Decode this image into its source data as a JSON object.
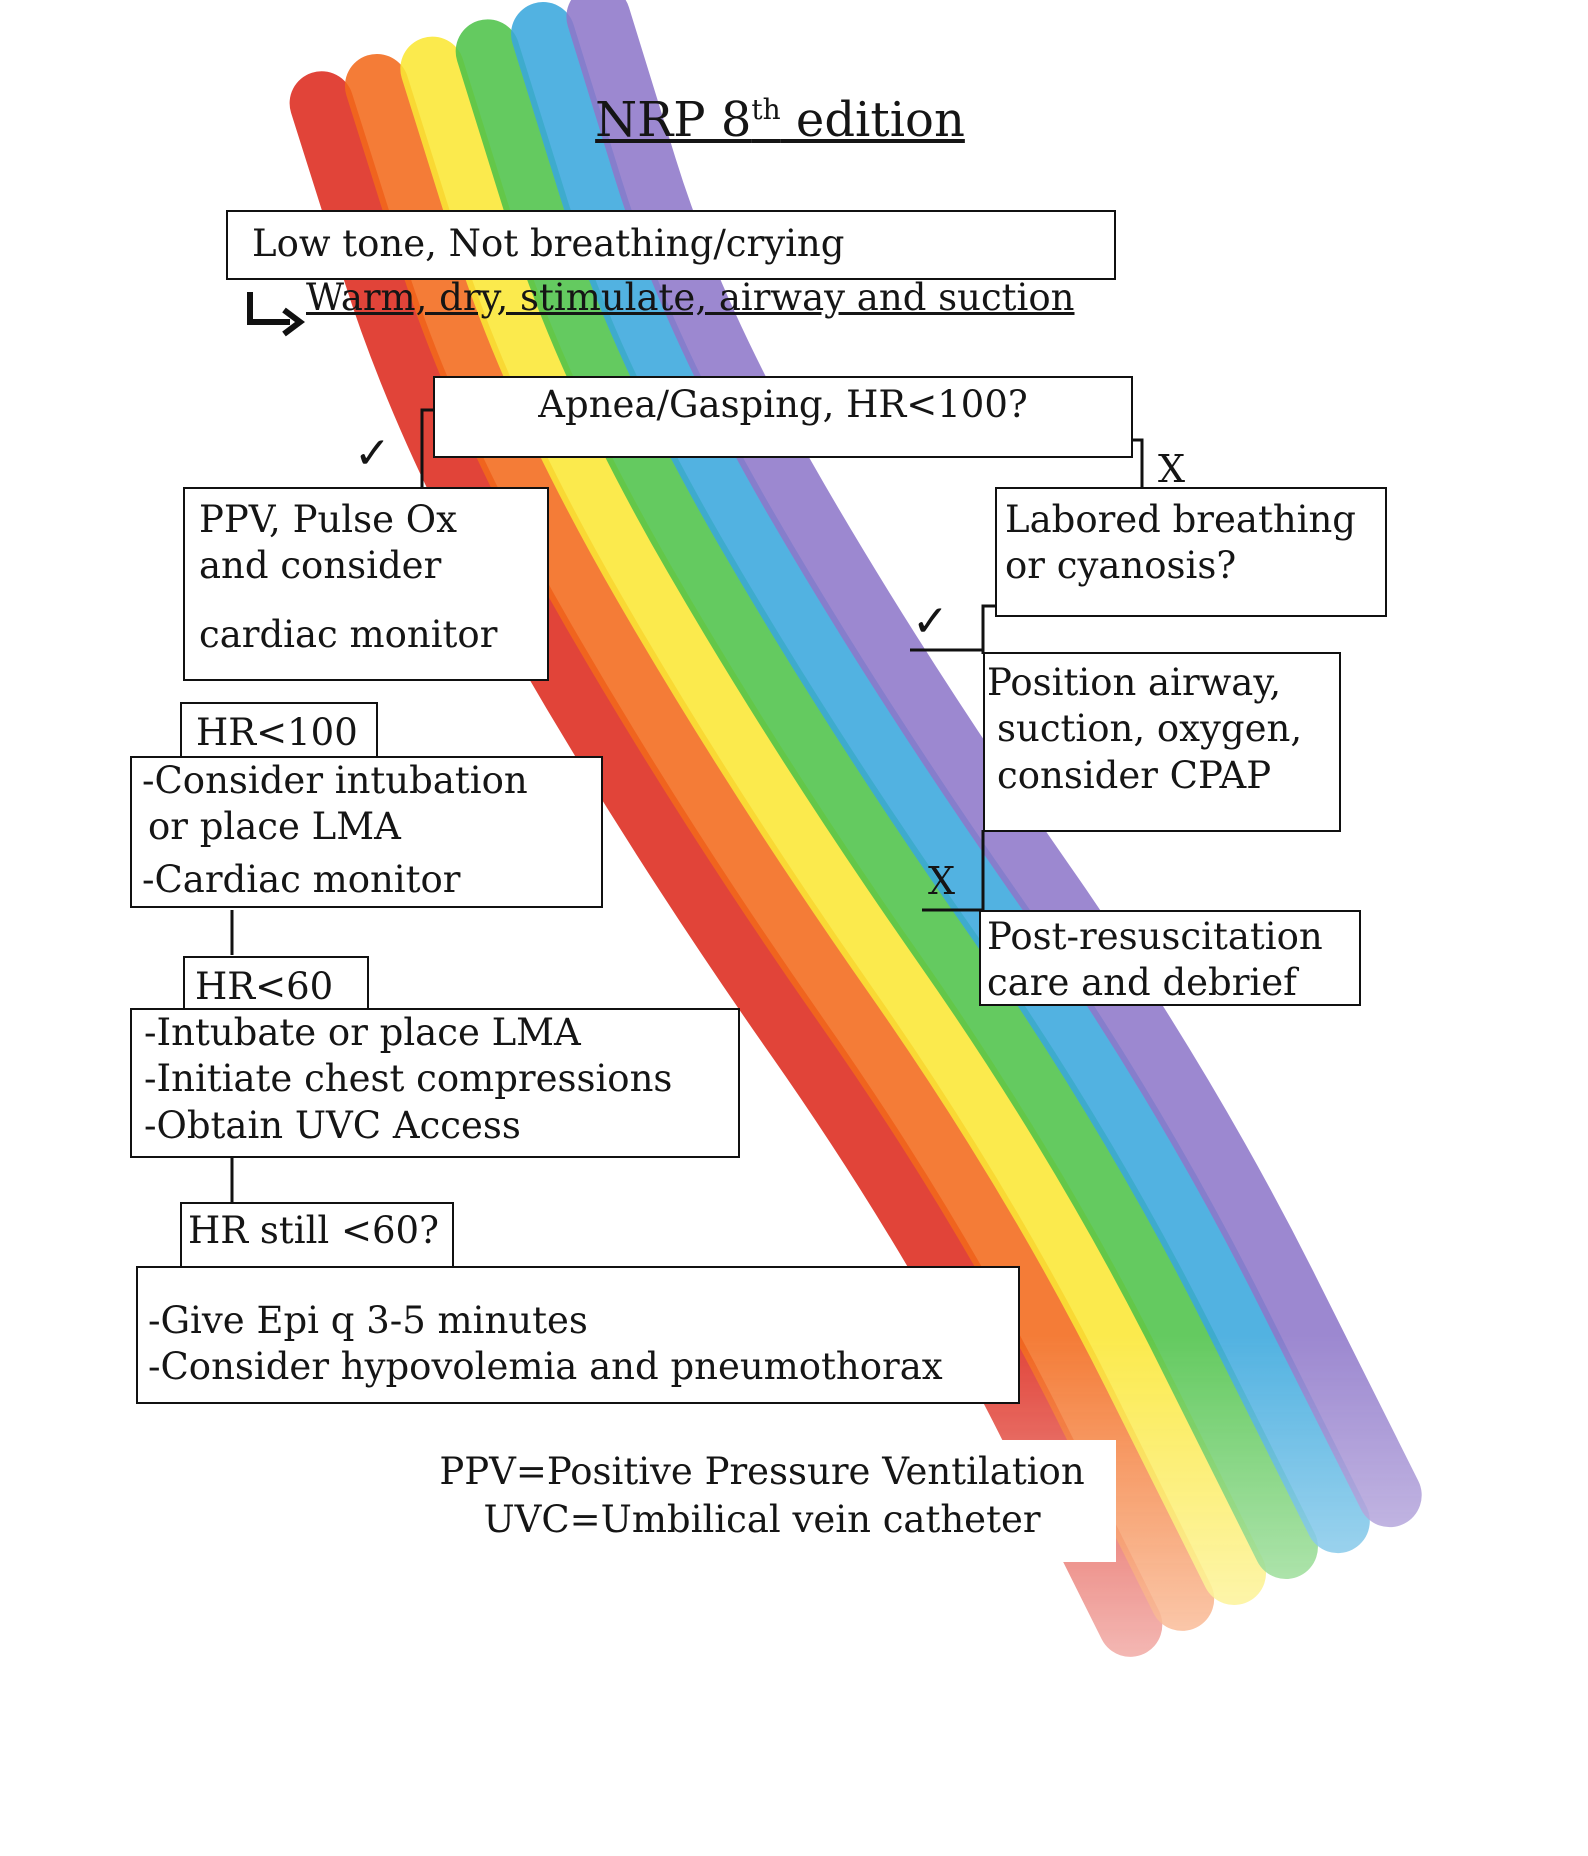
{
  "title": {
    "main": "NRP 8",
    "superscript": "th",
    "suffix": " edition"
  },
  "colors": {
    "rainbow": [
      "#dd2a1e",
      "#f26a1b",
      "#fbe734",
      "#4fc34a",
      "#3aa7dd",
      "#8e78c9"
    ],
    "box_border": "#111111",
    "text": "#151515"
  },
  "nodes": {
    "start": "Low tone, Not breathing/crying",
    "initial_steps": "Warm, dry, stimulate, airway and suction",
    "apnea_check": "Apnea/Gasping, HR<100?",
    "ppv": [
      "PPV, Pulse Ox",
      "and consider",
      "cardiac monitor"
    ],
    "labored_check": [
      "Labored breathing",
      "or cyanosis?"
    ],
    "position_airway": [
      "Position airway,",
      "suction, oxygen,",
      "consider CPAP"
    ],
    "post_resus": [
      "Post-resuscitation",
      "care and debrief"
    ],
    "hr100_label": "HR<100",
    "hr100_actions": [
      "-Consider intubation",
      "or place LMA",
      "-Cardiac monitor"
    ],
    "hr60_label": "HR<60",
    "hr60_actions": [
      "-Intubate or place LMA",
      "-Initiate chest compressions",
      "-Obtain UVC Access"
    ],
    "hr_still_label": "HR still <60?",
    "hr_still_actions": [
      "-Give Epi q 3-5 minutes",
      "-Consider hypovolemia and pneumothorax"
    ]
  },
  "marks": {
    "yes": "✓",
    "no": "X"
  },
  "legend": [
    "PPV=Positive Pressure Ventilation",
    "UVC=Umbilical vein catheter"
  ]
}
